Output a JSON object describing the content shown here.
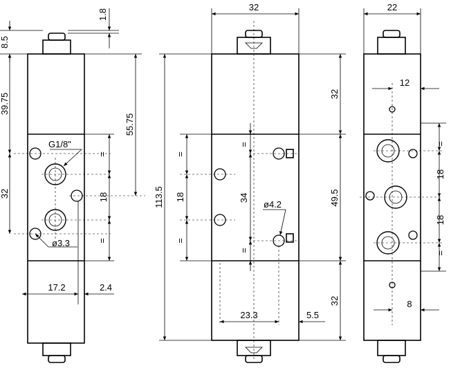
{
  "dimensions": {
    "left": {
      "top_pin": "1.8",
      "top_gap": "8.5",
      "upper": "39.75",
      "center_top": "55.75",
      "lower": "32",
      "equal_1": "=",
      "equal_2": "=",
      "pitch": "18",
      "thread": "G1/8\"",
      "hole": "ø3.3",
      "width_offset": "17.2",
      "edge": "2.4"
    },
    "middle": {
      "width": "32",
      "total": "113.5",
      "upper": "32",
      "center": "49.5",
      "lower": "32",
      "pitch": "18",
      "equal_1": "=",
      "equal_2": "=",
      "hole_span": "34",
      "equal_3": "=",
      "equal_4": "=",
      "hole": "ø4.2",
      "offset": "23.3",
      "edge": "5.5"
    },
    "right": {
      "width": "22",
      "top_offset": "12",
      "pitch_1": "18",
      "pitch_2": "18",
      "equal_1": "=",
      "equal_2": "=",
      "bottom_offset": "8"
    }
  }
}
